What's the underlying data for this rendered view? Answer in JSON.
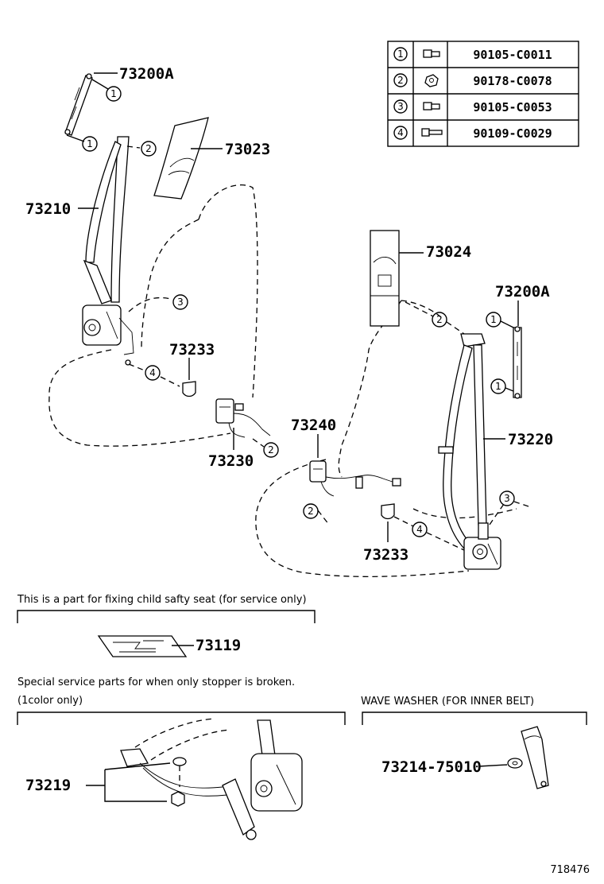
{
  "fastener_table": [
    {
      "no": "1",
      "part": "90105-C0011",
      "icon": "bolt-icon"
    },
    {
      "no": "2",
      "part": "90178-C0078",
      "icon": "nut-icon"
    },
    {
      "no": "3",
      "part": "90105-C0053",
      "icon": "bolt-icon"
    },
    {
      "no": "4",
      "part": "90109-C0029",
      "icon": "long-bolt-icon"
    }
  ],
  "labels": {
    "p73200a_left": "73200A",
    "p73023": "73023",
    "p73210": "73210",
    "p73233_left": "73233",
    "p73230": "73230",
    "p73024": "73024",
    "p73200a_right": "73200A",
    "p73240": "73240",
    "p73220": "73220",
    "p73233_right": "73233",
    "p73119": "73119",
    "p73219": "73219",
    "p73214": "73214-75010"
  },
  "callouts": [
    "1",
    "2",
    "3",
    "4"
  ],
  "notes": {
    "child_seat": "This is a part for fixing child safty seat (for service only)",
    "stopper_line1": "Special service parts for when only stopper is broken.",
    "stopper_line2": "(1color only)",
    "wave_washer": "WAVE WASHER (FOR INNER BELT)"
  },
  "illustration_id": "718476"
}
